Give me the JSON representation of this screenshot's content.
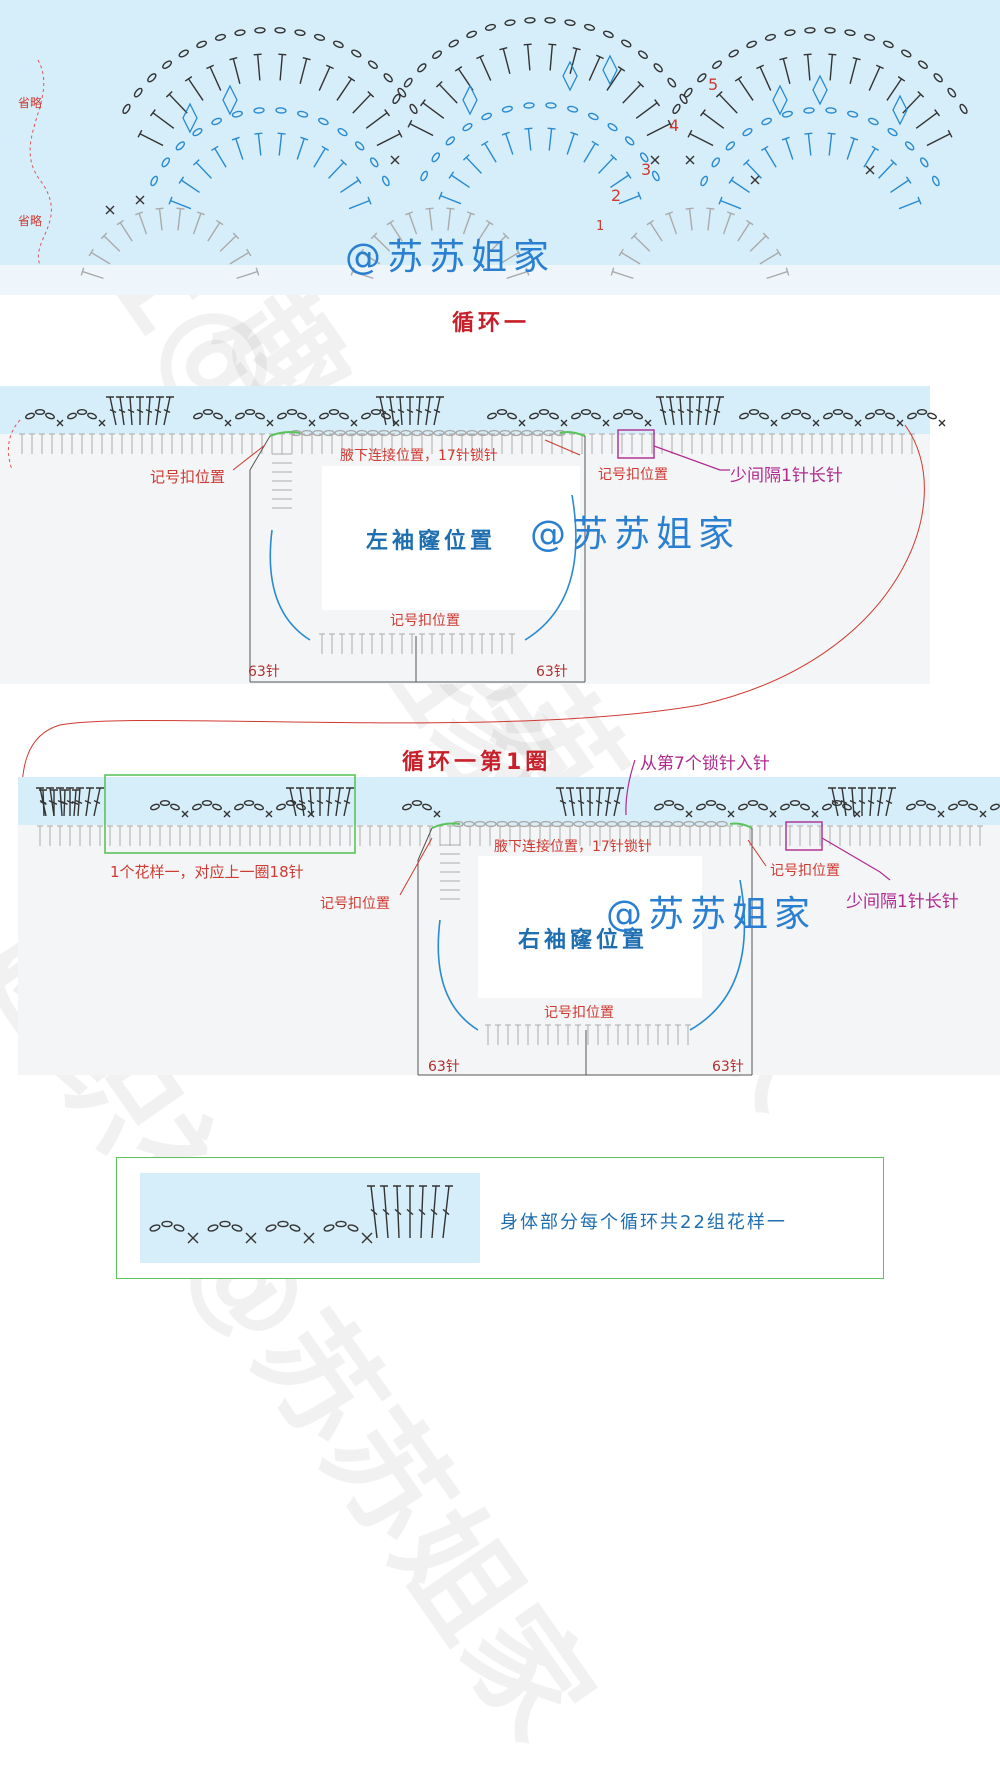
{
  "top_chart": {
    "omit_labels": [
      "省略",
      "省略"
    ],
    "row_numbers": [
      "1",
      "2",
      "3",
      "4",
      "5"
    ],
    "watermark": "@苏苏姐家"
  },
  "section1": {
    "title": "循环一",
    "labels": {
      "marker_left": "记号扣位置",
      "underarm": "腋下连接位置，17针锁针",
      "marker_right": "记号扣位置",
      "less_gap": "少间隔1针长针",
      "marker_bottom": "记号扣位置",
      "count_left": "63针",
      "count_right": "63针"
    },
    "sleeve_label": "左袖窿位置",
    "watermark": "@苏苏姐家"
  },
  "section2": {
    "title": "循环一第1圈",
    "start_note": "从第7个锁针入针",
    "row_number": "1",
    "labels": {
      "pattern_note": "1个花样一，对应上一圈18针",
      "marker_left": "记号扣位置",
      "underarm": "腋下连接位置，17针锁针",
      "marker_right": "记号扣位置",
      "less_gap": "少间隔1针长针",
      "marker_bottom": "记号扣位置",
      "count_left": "63针",
      "count_right": "63针"
    },
    "sleeve_label": "右袖窿位置",
    "watermark": "@苏苏姐家"
  },
  "legend": {
    "text": "身体部分每个循环共22组花样一"
  },
  "background_watermarks": [
    "趣织社@苏苏姐家",
    "趣织社@苏苏姐家",
    "趣织社@苏苏姐家"
  ],
  "colors": {
    "light_blue_band": "#d6eefa",
    "title_red": "#c8202a",
    "annotation_red": "#cf3a32",
    "annotation_magenta": "#b02a8f",
    "stitch_blue": "#2a8ad0",
    "green_frame": "#5bc35b"
  }
}
